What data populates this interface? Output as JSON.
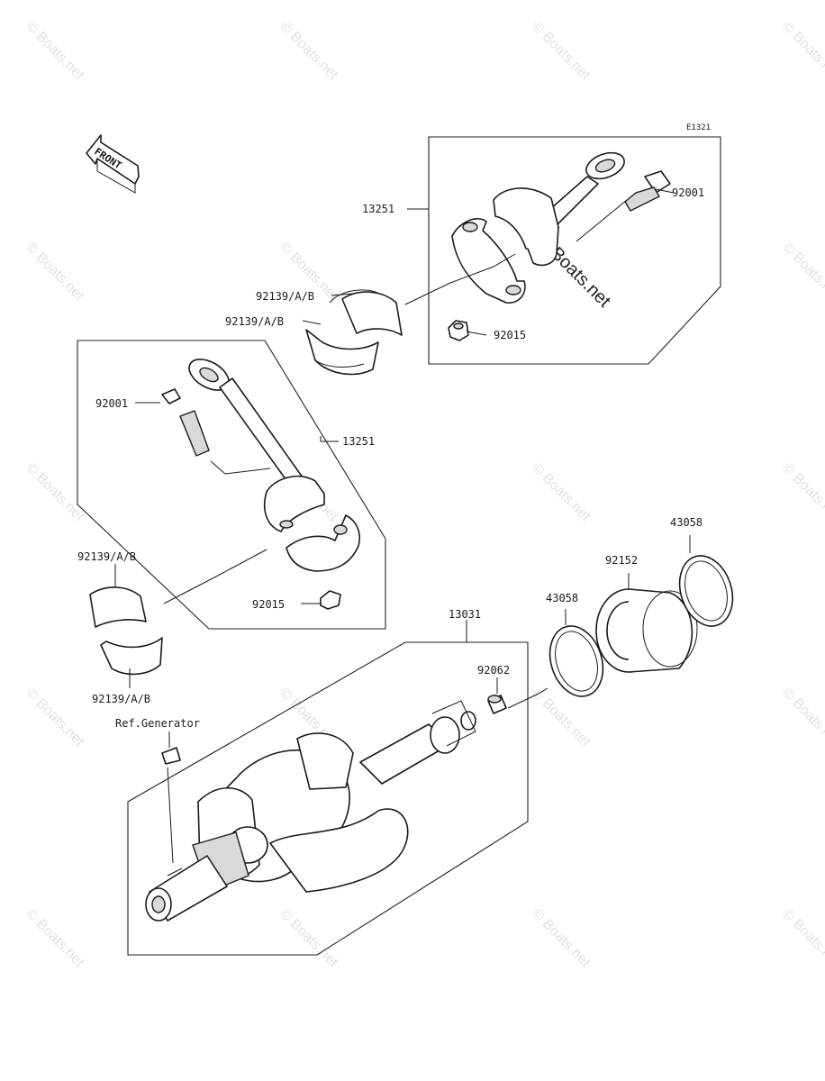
{
  "diagram": {
    "code": "E1321",
    "front_label": "FRONT",
    "ref_label": "Ref.Generator",
    "watermark": "© Boats.net",
    "parts": {
      "rod_upper": "13251",
      "rod_lower": "13251",
      "bolt_upper": "92001",
      "bolt_lower": "92001",
      "nut_upper": "92015",
      "nut_lower": "92015",
      "bearing_1": "92139/A/B",
      "bearing_2": "92139/A/B",
      "bearing_3": "92139/A/B",
      "bearing_4": "92139/A/B",
      "crankshaft": "13031",
      "pin": "92062",
      "seal": "92152",
      "ring_1": "43058",
      "ring_2": "43058"
    }
  }
}
